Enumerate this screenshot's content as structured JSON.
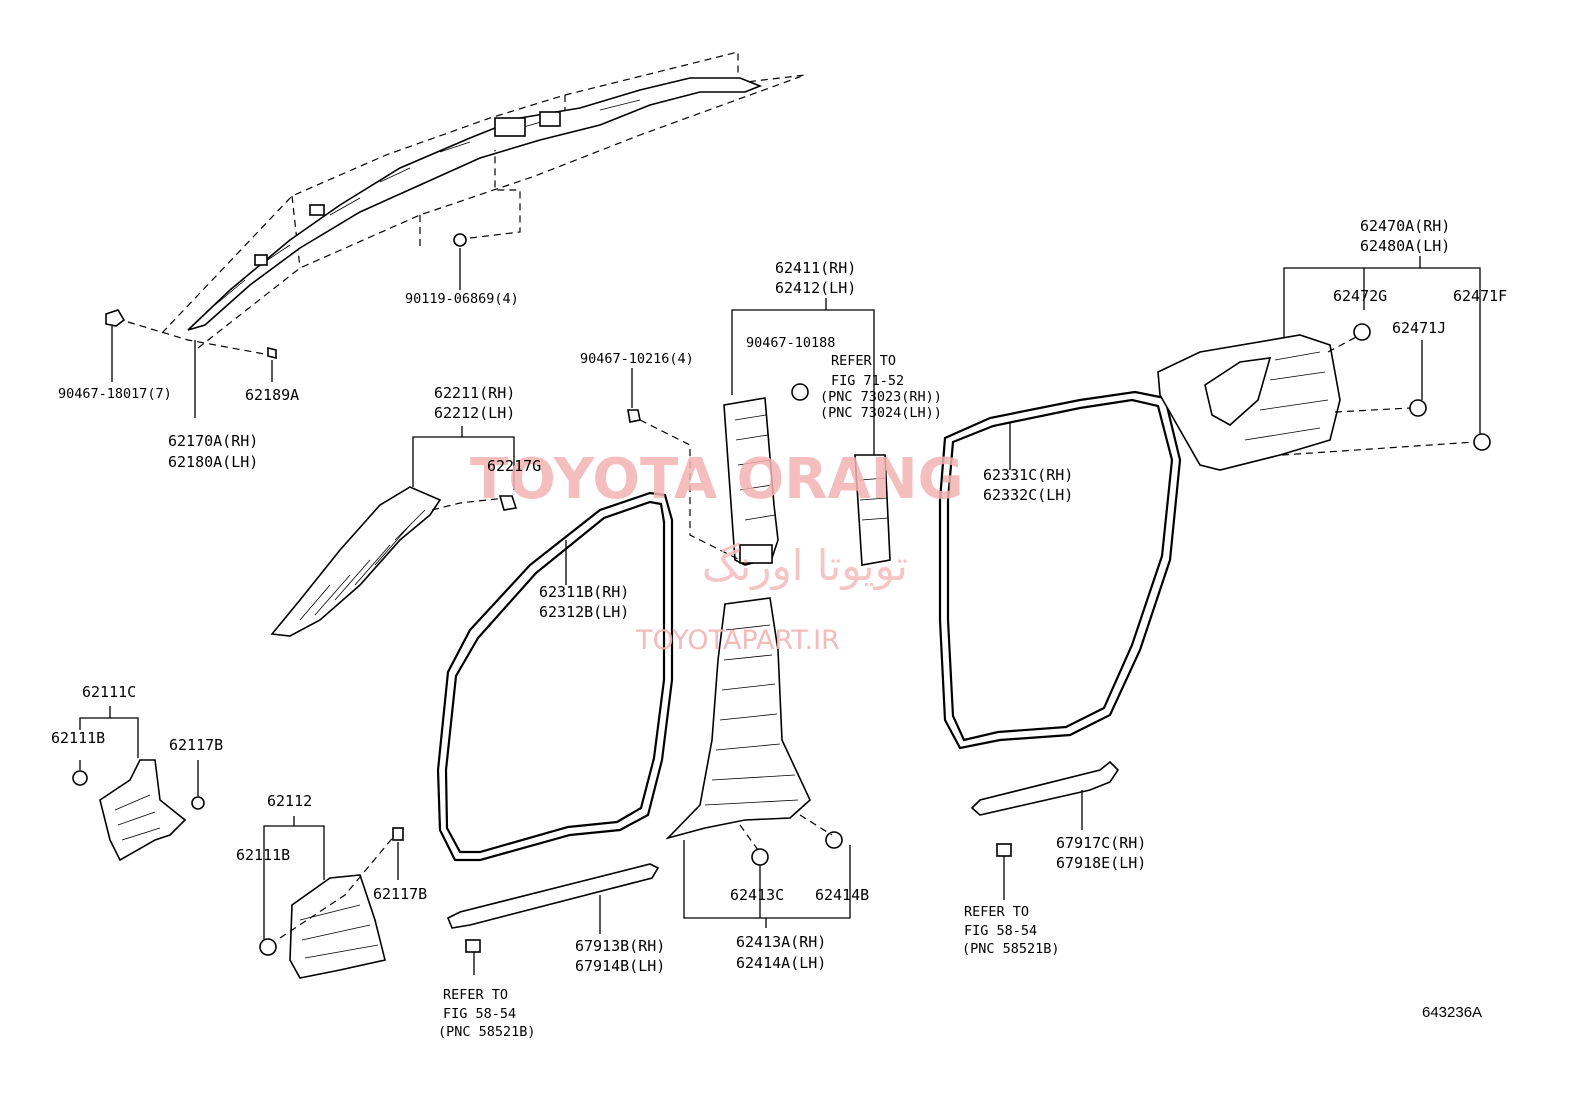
{
  "watermark": {
    "brand": "TOYOTA ORANG",
    "brand_fa": "تویوتا اورنگ",
    "url": "TOYOTAPART.IR"
  },
  "figure_id": "643236A",
  "labels": {
    "p90119": "90119-06869(4)",
    "p90467_18017": "90467-18017(7)",
    "p62189A": "62189A",
    "p62170A": "62170A(RH)",
    "p62180A": "62180A(LH)",
    "p62211": "62211(RH)",
    "p62212": "62212(LH)",
    "p62217G": "62217G",
    "p90467_10216": "90467-10216(4)",
    "p62411": "62411(RH)",
    "p62412": "62412(LH)",
    "p90467_10188": "90467-10188",
    "refer71_1": "REFER TO",
    "refer71_2": "FIG 71-52",
    "refer71_3": "(PNC 73023(RH))",
    "refer71_4": "(PNC 73024(LH))",
    "p62311B": "62311B(RH)",
    "p62312B": "62312B(LH)",
    "p62331C": "62331C(RH)",
    "p62332C": "62332C(LH)",
    "p62470A": "62470A(RH)",
    "p62480A": "62480A(LH)",
    "p62472G": "62472G",
    "p62471F": "62471F",
    "p62471J": "62471J",
    "p62111C": "62111C",
    "p62111B_a": "62111B",
    "p62117B_a": "62117B",
    "p62112": "62112",
    "p62111B_b": "62111B",
    "p62117B_b": "62117B",
    "p67913B": "67913B(RH)",
    "p67914B": "67914B(LH)",
    "refer58a_1": "REFER TO",
    "refer58a_2": "FIG 58-54",
    "refer58a_3": "(PNC 58521B)",
    "p62413C": "62413C",
    "p62414B": "62414B",
    "p62413A": "62413A(RH)",
    "p62414A": "62414A(LH)",
    "p67917C": "67917C(RH)",
    "p67918E": "67918E(LH)",
    "refer58b_1": "REFER TO",
    "refer58b_2": "FIG 58-54",
    "refer58b_3": "(PNC 58521B)"
  }
}
